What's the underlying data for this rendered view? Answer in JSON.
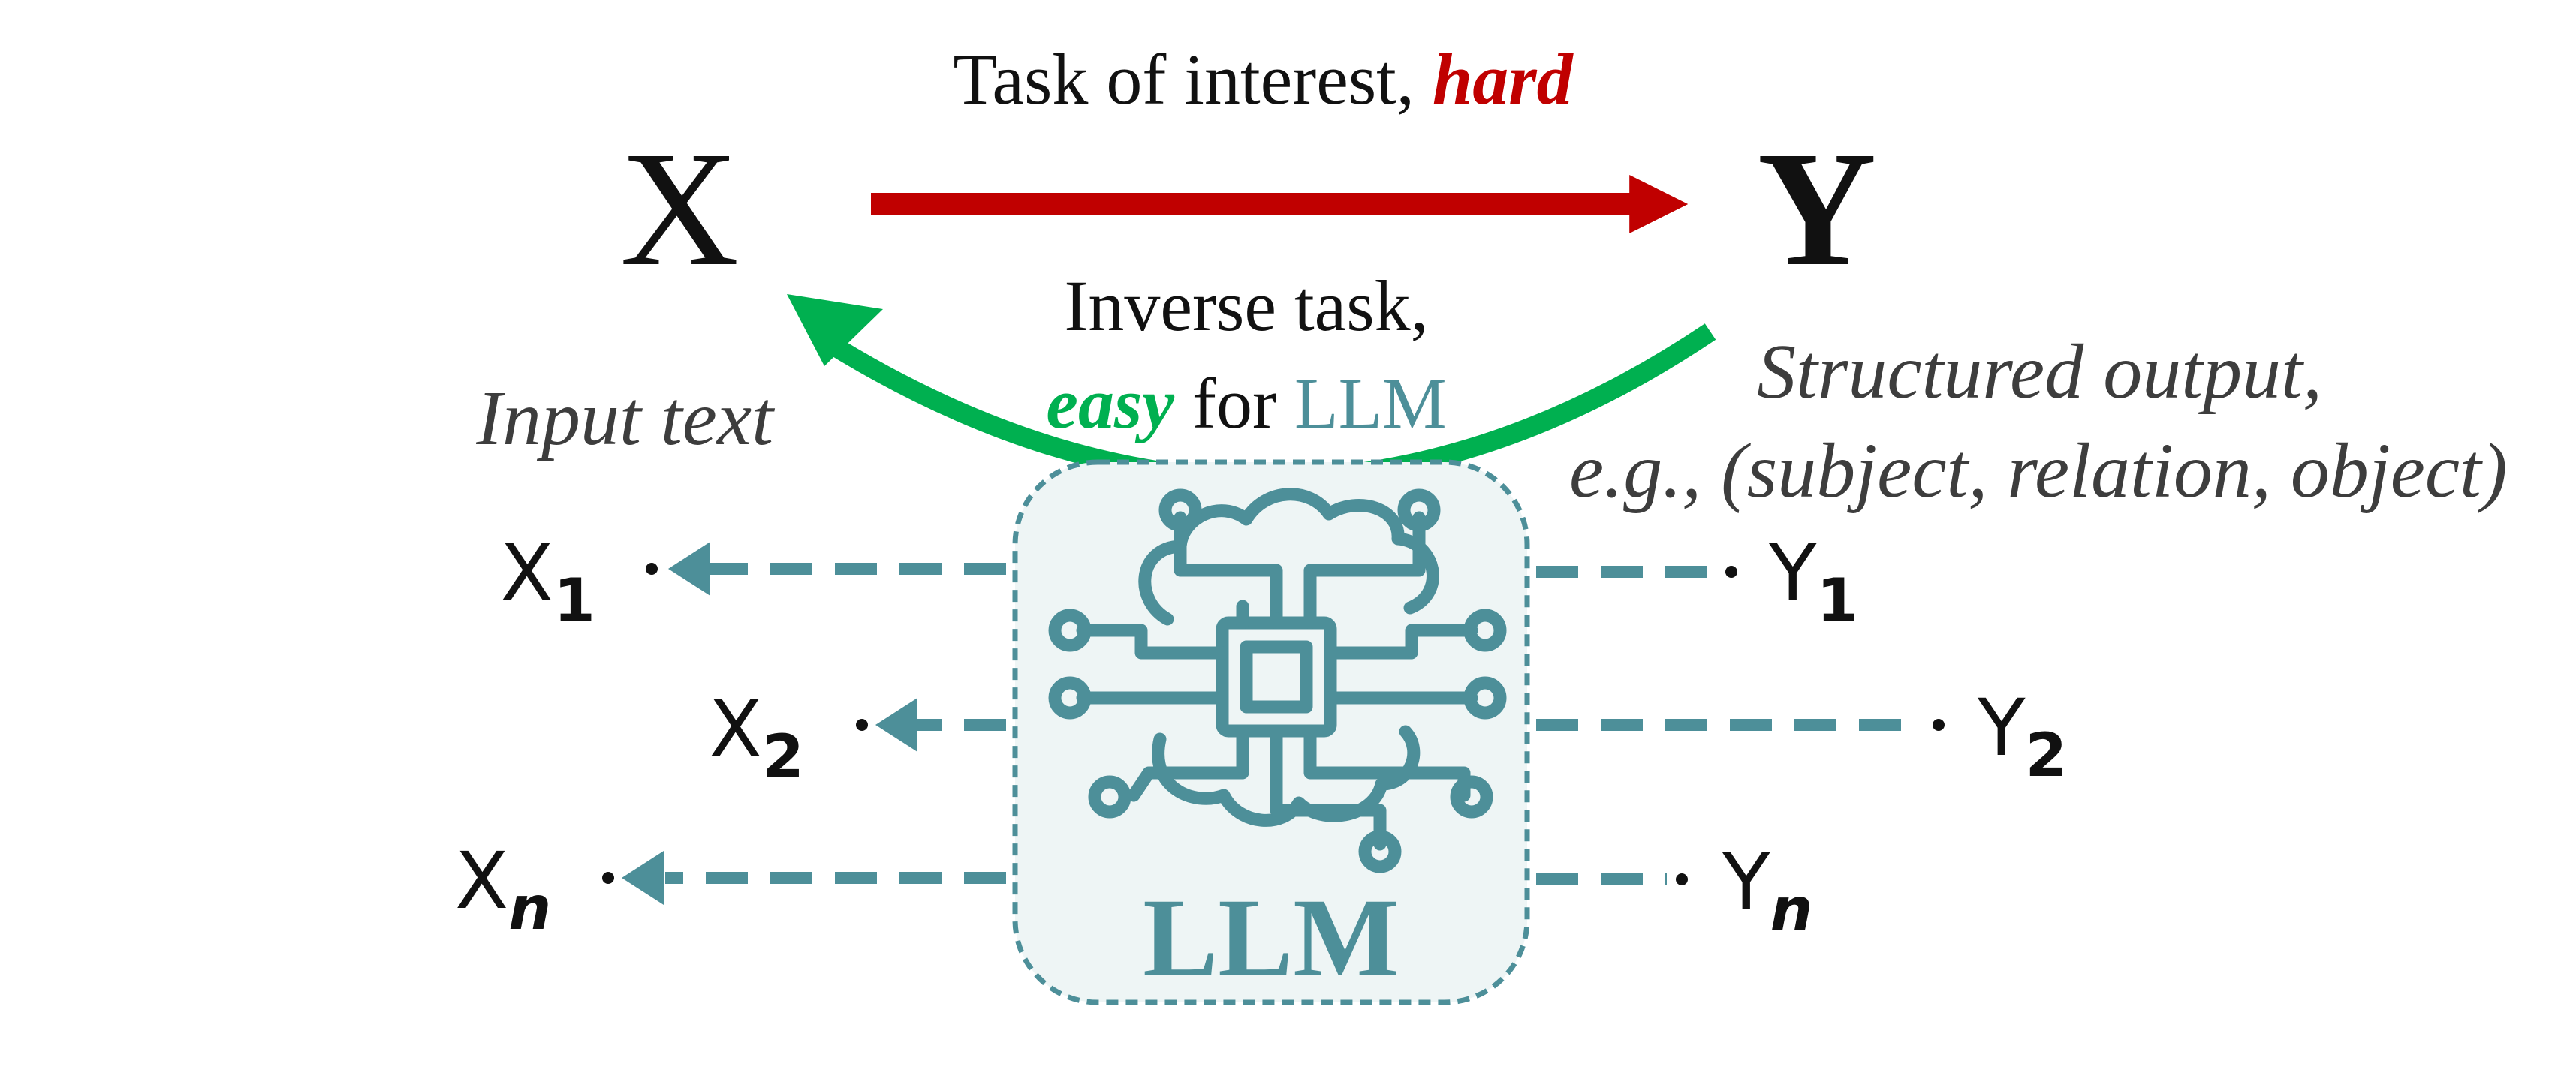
{
  "top": {
    "task_prefix": "Task of interest, ",
    "task_emphasis": "hard",
    "x_label": "X",
    "y_label": "Y"
  },
  "inverse": {
    "line1": "Inverse task,",
    "line2_emphasis": "easy",
    "line2_middle": " for ",
    "line2_model": "LLM"
  },
  "captions": {
    "input": "Input text",
    "structured_line1": "Structured output,",
    "structured_line2": "e.g., (subject, relation, object)"
  },
  "llm_box": {
    "label": "LLM",
    "icon": "brain-chip-icon"
  },
  "left_nodes": [
    {
      "base": "X",
      "sub": "1"
    },
    {
      "base": "X",
      "sub": "2"
    },
    {
      "base": "X",
      "sub": "n"
    }
  ],
  "right_nodes": [
    {
      "base": "Y",
      "sub": "1"
    },
    {
      "base": "Y",
      "sub": "2"
    },
    {
      "base": "Y",
      "sub": "n"
    }
  ],
  "colors": {
    "hard": "#c00000",
    "easy": "#00b050",
    "llm": "#4d8f99",
    "llm_fill": "#eef5f5"
  }
}
